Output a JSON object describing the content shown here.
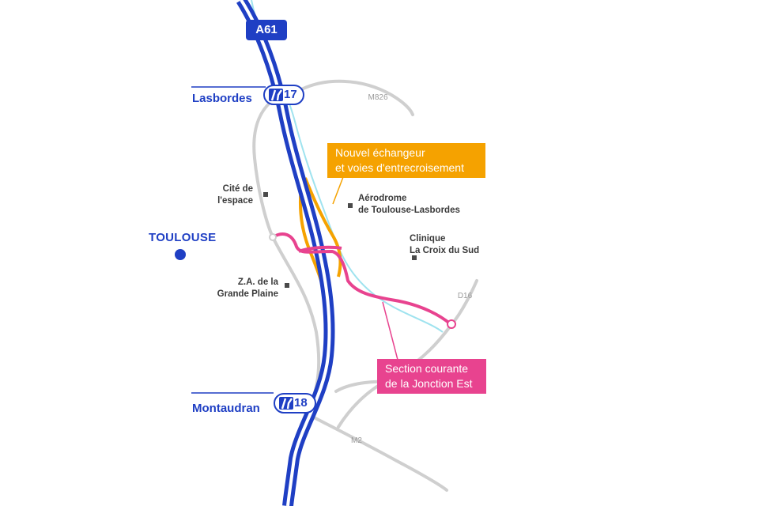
{
  "highway": {
    "name": "A61"
  },
  "exits": [
    {
      "number": "17",
      "name": "Lasbordes"
    },
    {
      "number": "18",
      "name": "Montaudran"
    }
  ],
  "city": {
    "name": "TOULOUSE"
  },
  "places": [
    {
      "name": "Cité de\nl'espace"
    },
    {
      "name": "Aérodrome\nde Toulouse-Lasbordes"
    },
    {
      "name": "Clinique\nLa Croix du Sud"
    },
    {
      "name": "Z.A. de la\nGrande Plaine"
    }
  ],
  "roads": [
    "M826",
    "D16",
    "M2"
  ],
  "callouts": [
    {
      "text": "Nouvel échangeur\net voies d'entrecroisement",
      "color": "#f5a200"
    },
    {
      "text": "Section courante\nde la Jonction Est",
      "color": "#e8438f"
    }
  ],
  "colors": {
    "highway": "#1f3fc4",
    "interchange": "#f5a200",
    "jonction_est": "#e8438f",
    "river": "#9fe3ef",
    "secondary_road": "#cfcfcf",
    "city_marker": "#1f3fc4"
  },
  "icons": [
    "exit-ramp-icon",
    "city-dot-icon",
    "poi-square-icon"
  ]
}
